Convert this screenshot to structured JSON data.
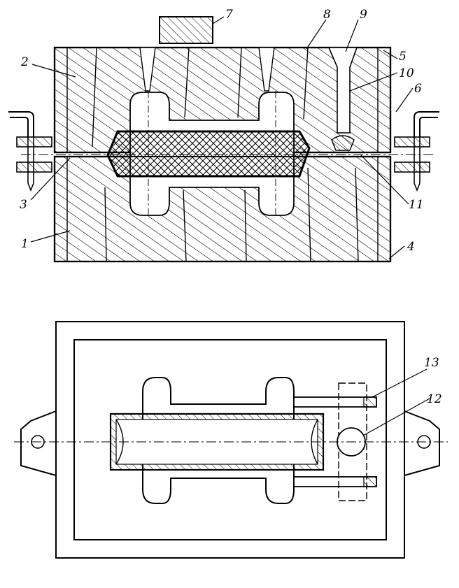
{
  "figure": {
    "labels": {
      "l1": "1",
      "l2": "2",
      "l3": "3",
      "l4": "4",
      "l5": "5",
      "l6": "6",
      "l7": "7",
      "l8": "8",
      "l9": "9",
      "l10": "10",
      "l11": "11",
      "l12": "12",
      "l13": "13"
    },
    "ink_color": "#000000",
    "background_color": "#ffffff"
  }
}
